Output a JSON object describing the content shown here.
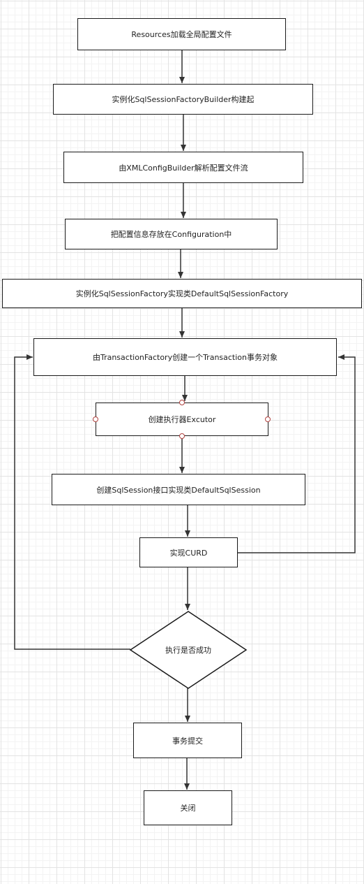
{
  "flowchart": {
    "steps": {
      "load_config": "Resources加载全局配置文件",
      "builder": "实例化SqlSessionFactoryBuilder构建起",
      "parse": "由XMLConfigBuilder解析配置文件流",
      "store": "把配置信息存放在Configuration中",
      "factory": "实例化SqlSessionFactory实现类DefaultSqlSessionFactory",
      "transaction": "由TransactionFactory创建一个Transaction事务对象",
      "executor": "创建执行器Excutor",
      "session": "创建SqlSession接口实现类DefaultSqlSession",
      "curd": "实现CURD",
      "decision": "执行是否成功",
      "commit": "事务提交",
      "close": "关闭"
    }
  }
}
